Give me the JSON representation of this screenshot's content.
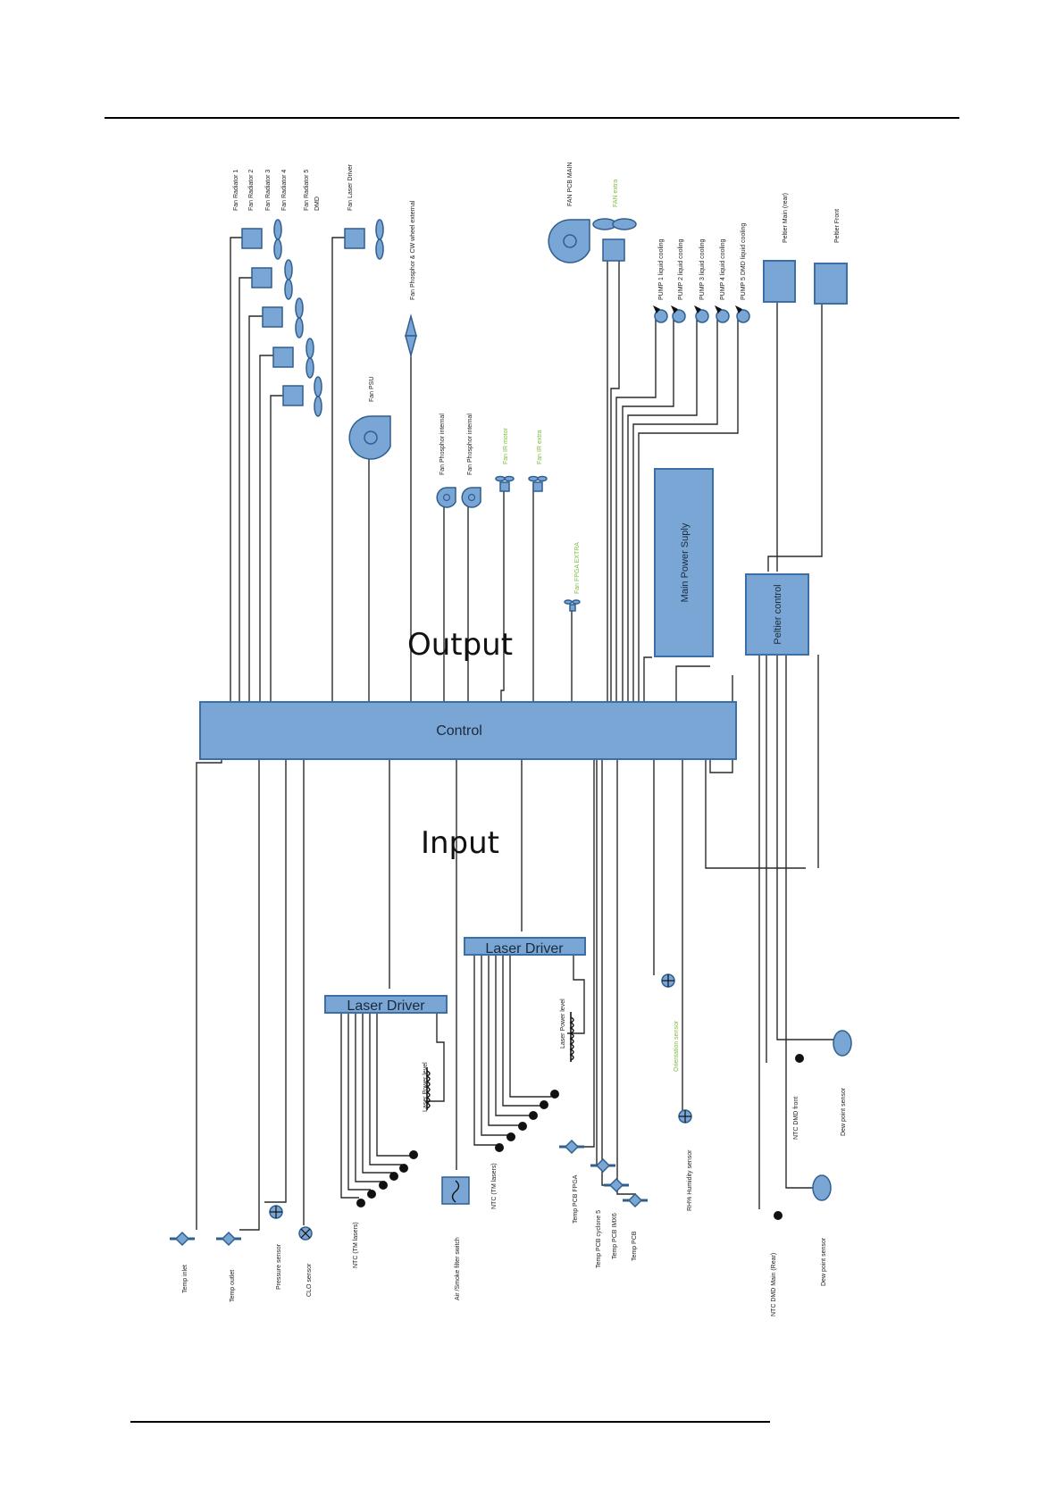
{
  "heading": {
    "output": "Output",
    "input": "Input"
  },
  "blocks": {
    "control": "Control",
    "main_power_supply": "Main Power Suply",
    "peltier_control": "Peltier control",
    "laser_driver_1": "Laser Driver",
    "laser_driver_2": "Laser Driver"
  },
  "outputs": {
    "fan_radiator_1": "Fan Radiator 1",
    "fan_radiator_2": "Fan Radiator 2",
    "fan_radiator_3": "Fan Radiator 3",
    "fan_radiator_4": "Fan Radiator 4",
    "fan_radiator_5": "Fan Radiator 5",
    "dmd": "DMD",
    "fan_laser_driver": "Fan Laser Driver",
    "fan_phosphor_cw": "Fan Phosphor & CW wheel external",
    "fan_psu": "Fan PSU",
    "fan_phosphor_internal_1": "Fan Phosphor internal",
    "fan_phosphor_internal_2": "Fan Phosphor internal",
    "fan_ir_motor": "Fan IR motor",
    "fan_ir_extra": "Fan IR extra",
    "fan_fpga_extra": "Fan FPGA EXTRA",
    "fan_pcb_main": "FAN PCB MAIN",
    "fan_extra": "FAN extra",
    "pump_1": "PUMP 1 liquid cooling",
    "pump_2": "PUMP 2 liquid cooling",
    "pump_3": "PUMP 3 liquid cooling",
    "pump_4": "PUMP 4 liquid cooling",
    "pump_5": "PUMP 5 DMD liquid cooling",
    "peltier_main": "Peltier Main (rear)",
    "peltier_front": "Peltier Front"
  },
  "inputs": {
    "temp_inlet": "Temp inlet",
    "temp_outlet": "Temp outlet",
    "pressure_sensor": "Pressure sensor",
    "clo_sensor": "CLO sensor",
    "ntc_tm_lasers_1": "NTC (TM lasers)",
    "laser_power_level_1": "Laser Power level",
    "air_smoke_switch": "Air /Smoke filter switch",
    "ntc_tm_lasers_2": "NTC (TM lasers)",
    "laser_power_level_2": "Laser Power level",
    "temp_pcb_fpga": "Temp PCB FPGA",
    "temp_pcb_cyclone": "Temp PCB cyclone 5",
    "temp_pcb_imx6": "Temp PCB IMX6",
    "temp_pcb": "Temp PCB",
    "orientation_sensor": "Orientation sensor",
    "rh_humidity_sensor": "RH% Humidity sensor",
    "ntc_dmd_main": "NTC DMD Main (Rear)",
    "ntc_dmd_front": "NTC DMD front",
    "dew_point_sensor_1": "Dew point sensor",
    "dew_point_sensor_2": "Dew point sensor"
  },
  "colors": {
    "block_fill": "#7aa6d6",
    "block_stroke": "#3b6fa6",
    "optional_label": "#7dbb3c"
  }
}
